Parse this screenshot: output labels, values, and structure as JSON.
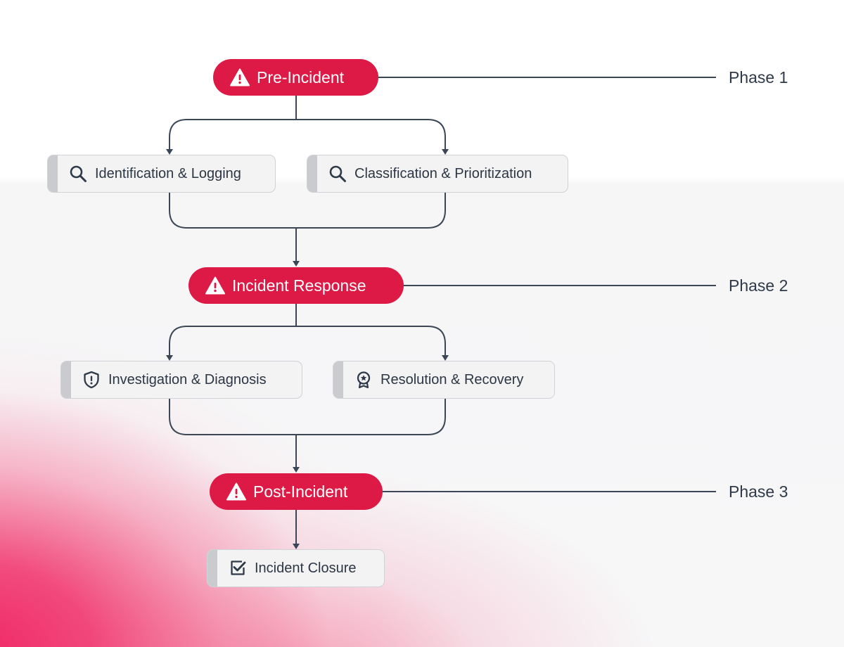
{
  "phases": [
    {
      "title": "Pre-Incident",
      "label": "Phase 1",
      "icon": "warning-icon"
    },
    {
      "title": "Incident Response",
      "label": "Phase 2",
      "icon": "warning-icon"
    },
    {
      "title": "Post-Incident",
      "label": "Phase 3",
      "icon": "warning-icon"
    }
  ],
  "steps": [
    {
      "label": "Identification & Logging",
      "icon": "search-icon"
    },
    {
      "label": "Classification & Prioritization",
      "icon": "search-icon"
    },
    {
      "label": "Investigation & Diagnosis",
      "icon": "shield-alert-icon"
    },
    {
      "label": "Resolution & Recovery",
      "icon": "award-badge-icon"
    },
    {
      "label": "Incident Closure",
      "icon": "checkbox-icon"
    }
  ],
  "colors": {
    "phase_fill": "#dc1a45",
    "step_fill": "#f3f3f4",
    "step_stripe": "#c9cbcf",
    "line": "#3b4656",
    "text": "#2c3644",
    "background_accent": "#f01e5f"
  }
}
